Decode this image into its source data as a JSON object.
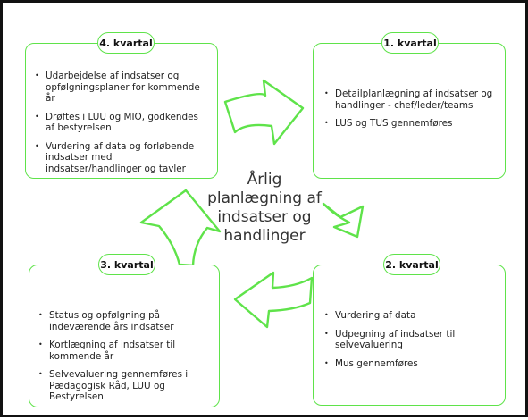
{
  "center_text": "Årlig planlægning af indsatser og handlinger",
  "q4": {
    "label": "4. kvartal",
    "items": [
      "Udarbejdelse af indsatser og opfølgningsplaner for kommende år",
      "Drøftes i LUU og MIO, godkendes af bestyrelsen",
      "Vurdering af data og forløbende indsatser med indsatser/handlinger og tavler"
    ]
  },
  "q1": {
    "label": "1. kvartal",
    "items": [
      "Detailplanlægning af indsatser og handlinger - chef/leder/teams",
      "LUS og TUS gennemføres"
    ]
  },
  "q3": {
    "label": "3. kvartal",
    "items": [
      "Status og opfølgning på indeværende års indsatser",
      "Kortlægning af indsatser til kommende år",
      "Selvevaluering gennemføres i Pædagogisk Råd, LUU og Bestyrelsen"
    ]
  },
  "q2": {
    "label": "2. kvartal",
    "items": [
      "Vurdering af data",
      "Udpegning af indsatser til selvevaluering",
      "Mus gennemføres"
    ]
  },
  "colors": {
    "accent": "#5fe34a",
    "frame": "#111111"
  }
}
